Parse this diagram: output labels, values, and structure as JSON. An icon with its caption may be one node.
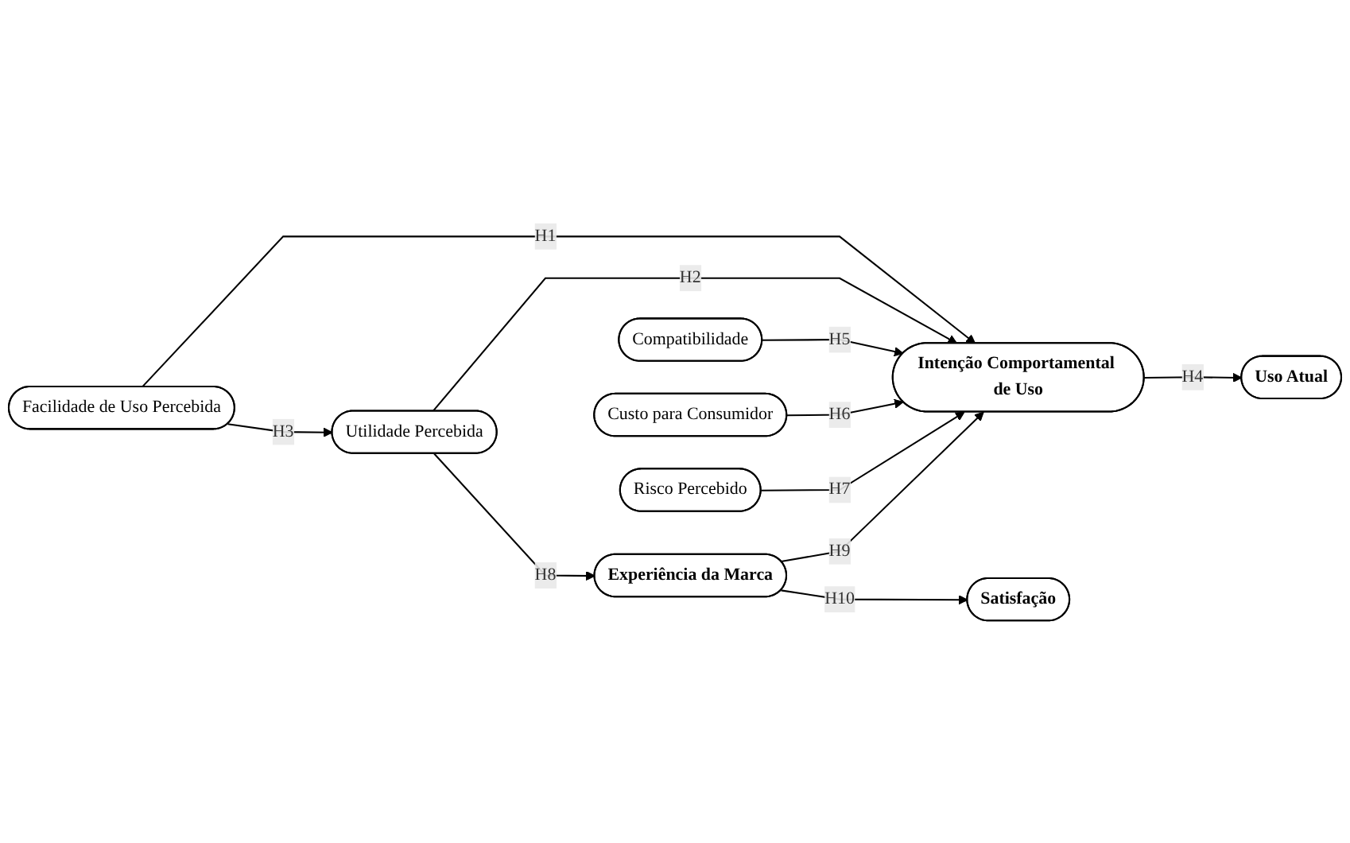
{
  "diagram": {
    "nodes": [
      {
        "text": [
          "Custo para Consumidor"
        ]
      },
      {
        "text": [
          "Compatibilidade"
        ]
      },
      {
        "text": [
          "Risco Percebido"
        ]
      },
      {
        "text": [
          "Facilidade de Uso Percebida"
        ]
      },
      {
        "text": [
          "Intenção Comportamental de Uso"
        ]
      },
      {
        "text": [
          "Uso Atual"
        ]
      },
      {
        "text": [
          "Utilidade Percebida"
        ]
      },
      {
        "text": [
          "Experiência da Marca"
        ]
      },
      {
        "text": [
          "Satisfação"
        ]
      }
    ],
    "edges": [
      {
        "from": 3,
        "to": 4,
        "arrow": "to",
        "label": "H1"
      },
      {
        "from": 6,
        "to": 4,
        "arrow": "to",
        "label": "H2"
      },
      {
        "from": 3,
        "to": 6,
        "arrow": "to",
        "label": "H3"
      },
      {
        "from": 4,
        "to": 5,
        "arrow": "to",
        "label": "H4"
      },
      {
        "from": 1,
        "to": 4,
        "arrow": "to",
        "label": "H5"
      },
      {
        "from": 0,
        "to": 4,
        "arrow": "to",
        "label": "H6"
      },
      {
        "from": 2,
        "to": 4,
        "arrow": "to",
        "label": "H7"
      },
      {
        "from": 6,
        "to": 7,
        "arrow": "to",
        "label": "H8"
      },
      {
        "from": 7,
        "to": 4,
        "arrow": "to",
        "label": "H9"
      },
      {
        "from": 7,
        "to": 8,
        "arrow": "to",
        "label": "H10"
      }
    ]
  }
}
